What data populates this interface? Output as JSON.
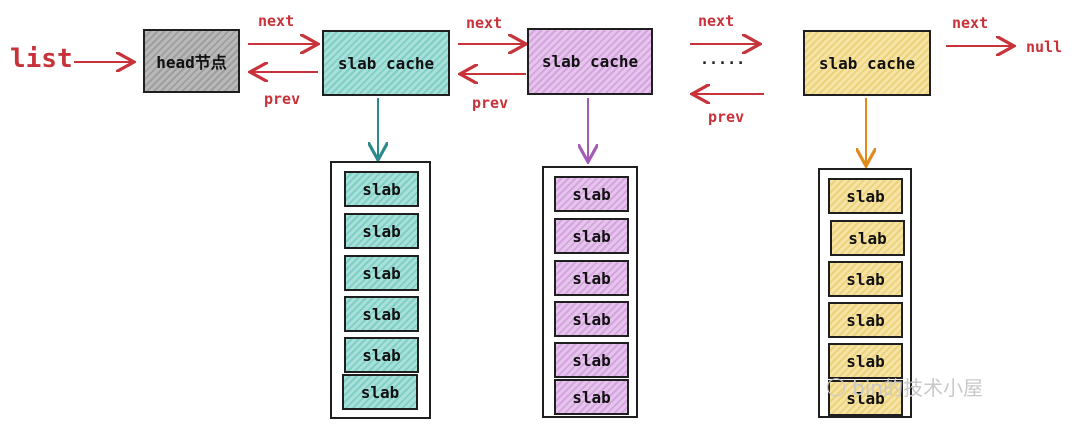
{
  "list_label": "list",
  "head_node": "head节点",
  "caches": [
    {
      "label": "slab cache",
      "slabs": [
        "slab",
        "slab",
        "slab",
        "slab",
        "slab",
        "slab"
      ]
    },
    {
      "label": "slab cache",
      "slabs": [
        "slab",
        "slab",
        "slab",
        "slab",
        "slab",
        "slab"
      ]
    },
    {
      "label": "slab cache",
      "slabs": [
        "slab",
        "slab",
        "slab",
        "slab",
        "slab",
        "slab"
      ]
    }
  ],
  "links": {
    "next": "next",
    "prev": "prev",
    "ellipsis": ".....",
    "null": "null"
  },
  "watermark": "bin的技术小屋",
  "colors": {
    "arrow_red": "#c8323a",
    "teal": "#2b8a8a",
    "purple": "#a35bb5",
    "orange": "#e08a1a"
  }
}
